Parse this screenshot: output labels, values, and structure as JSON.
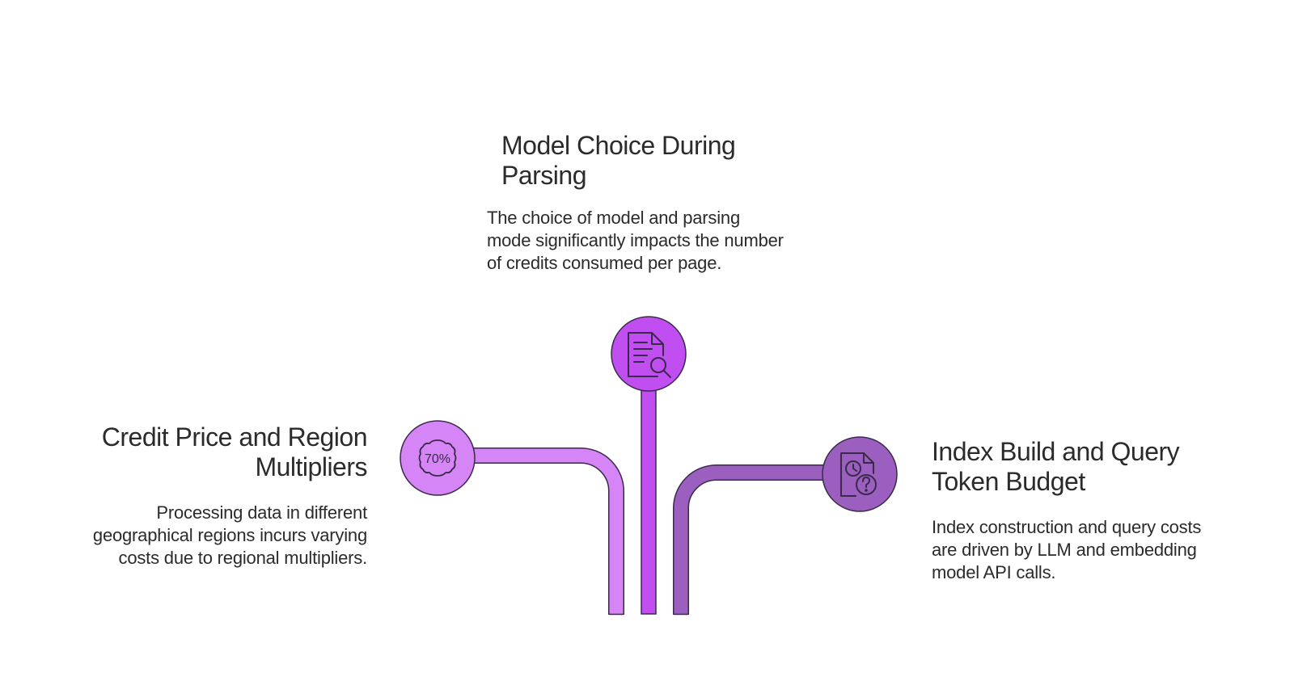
{
  "center": {
    "title": "Model Choice During Parsing",
    "description": "The choice of model and parsing mode significantly impacts the number of credits consumed per page.",
    "icon": "document-search-icon"
  },
  "left": {
    "title": "Credit Price and Region Multipliers",
    "description": "Processing data in different geographical regions incurs varying costs due to regional multipliers.",
    "icon": "percent-badge-icon",
    "icon_text": "70%"
  },
  "right": {
    "title": "Index Build and Query Token Budget",
    "description": "Index construction and query costs are driven by LLM and embedding model API calls.",
    "icon": "document-clock-question-icon"
  },
  "colors": {
    "center": "#c04ef0",
    "left": "#d585f5",
    "right": "#9b5fc0",
    "outline": "#3a2a4a"
  }
}
